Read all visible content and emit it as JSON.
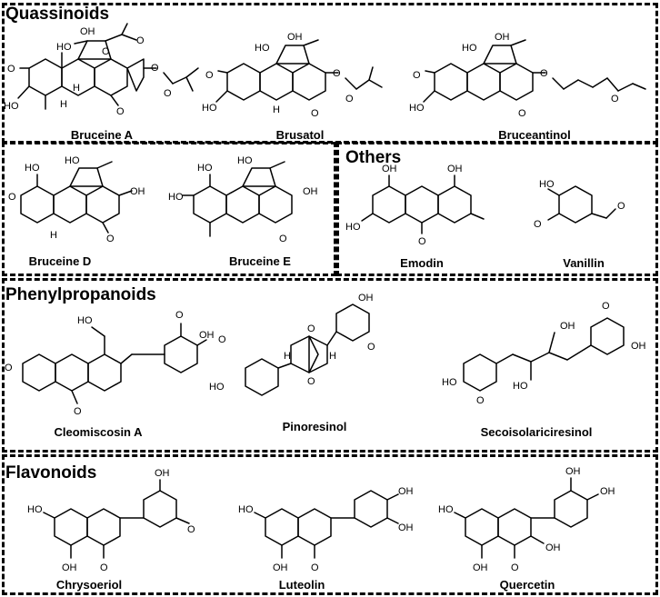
{
  "sections": {
    "quassinoids": "Quassinoids",
    "others": "Others",
    "phenylpropanoids": "Phenylpropanoids",
    "flavonoids": "Flavonoids"
  },
  "compounds": {
    "bruceine_a": "Bruceine A",
    "brusatol": "Brusatol",
    "bruceantinol": "Bruceantinol",
    "bruceine_d": "Bruceine D",
    "bruceine_e": "Bruceine E",
    "emodin": "Emodin",
    "vanillin": "Vanillin",
    "cleomiscosin_a": "Cleomiscosin A",
    "pinoresinol": "Pinoresinol",
    "secoisolariciresinol": "Secoisolariciresinol",
    "chrysoeriol": "Chrysoeriol",
    "luteolin": "Luteolin",
    "quercetin": "Quercetin"
  },
  "atoms": {
    "oh": "OH",
    "ho": "HO",
    "o": "O",
    "h": "H"
  }
}
